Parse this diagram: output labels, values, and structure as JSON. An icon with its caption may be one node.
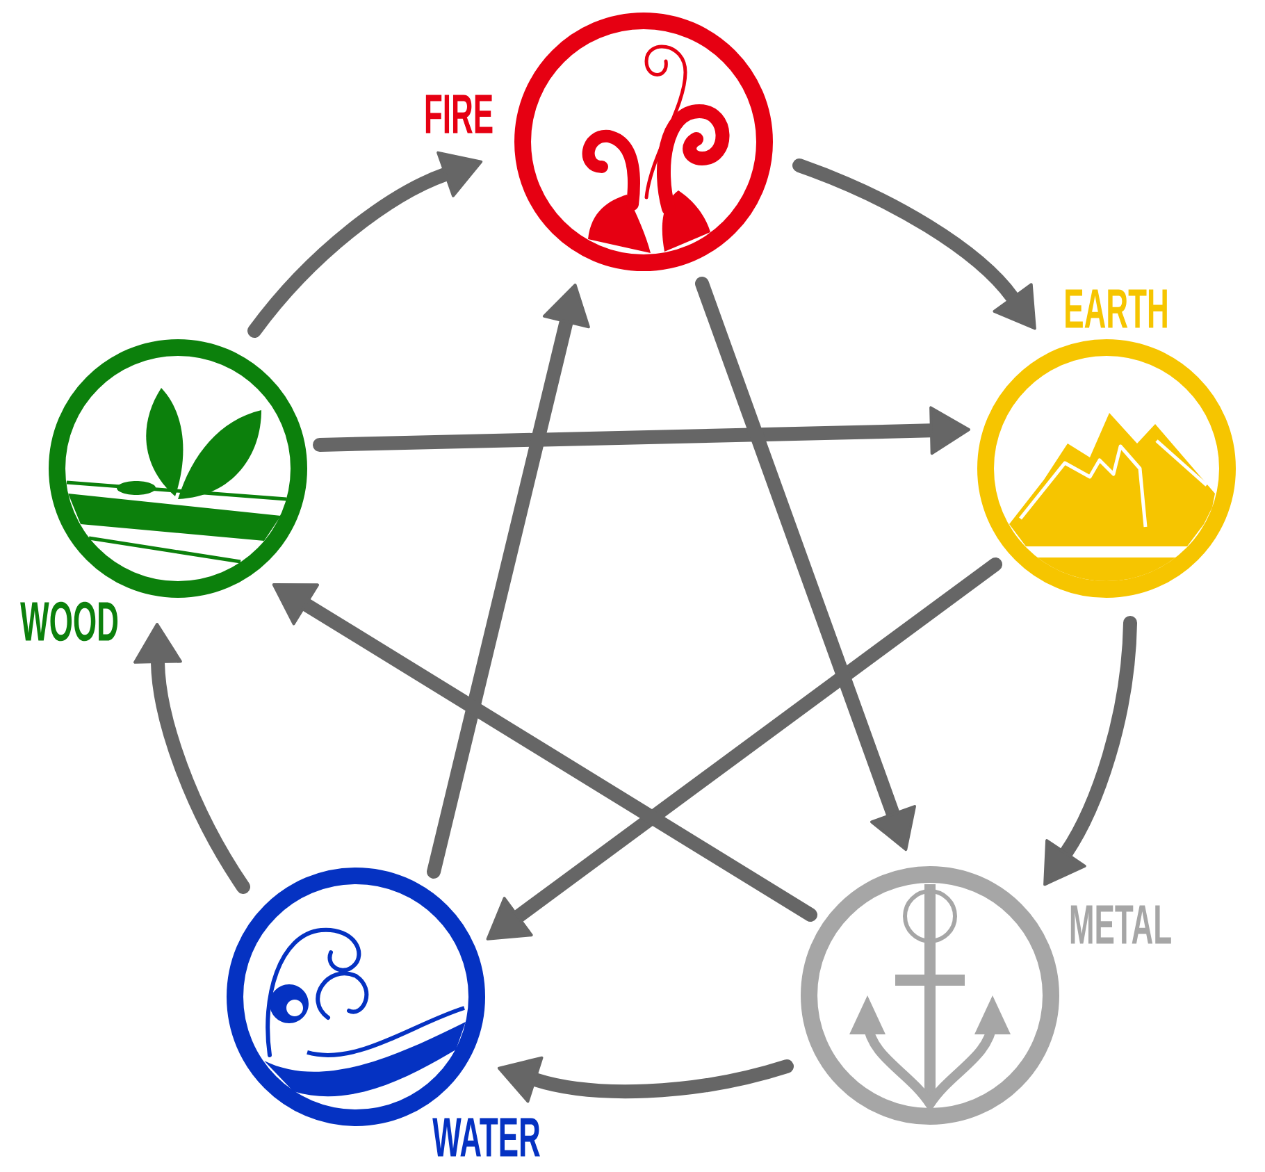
{
  "diagram": {
    "nodes": [
      {
        "text": [
          "FIRE"
        ]
      },
      {
        "text": [
          "WOOD"
        ]
      },
      {
        "text": [
          "EARTH"
        ]
      },
      {
        "text": [
          "WATER"
        ]
      },
      {
        "text": [
          "METAL"
        ]
      }
    ],
    "edges": [
      {
        "from": 1,
        "to": 0,
        "arrow": "to"
      },
      {
        "from": 0,
        "to": 2,
        "arrow": "to"
      },
      {
        "from": 2,
        "to": 4,
        "arrow": "to"
      },
      {
        "from": 4,
        "to": 3,
        "arrow": "to"
      },
      {
        "from": 3,
        "to": 1,
        "arrow": "to"
      },
      {
        "from": 1,
        "to": 2,
        "arrow": "to"
      },
      {
        "from": 2,
        "to": 3,
        "arrow": "to"
      },
      {
        "from": 3,
        "to": 0,
        "arrow": "to"
      },
      {
        "from": 0,
        "to": 4,
        "arrow": "to"
      },
      {
        "from": 4,
        "to": 1,
        "arrow": "to"
      }
    ]
  }
}
